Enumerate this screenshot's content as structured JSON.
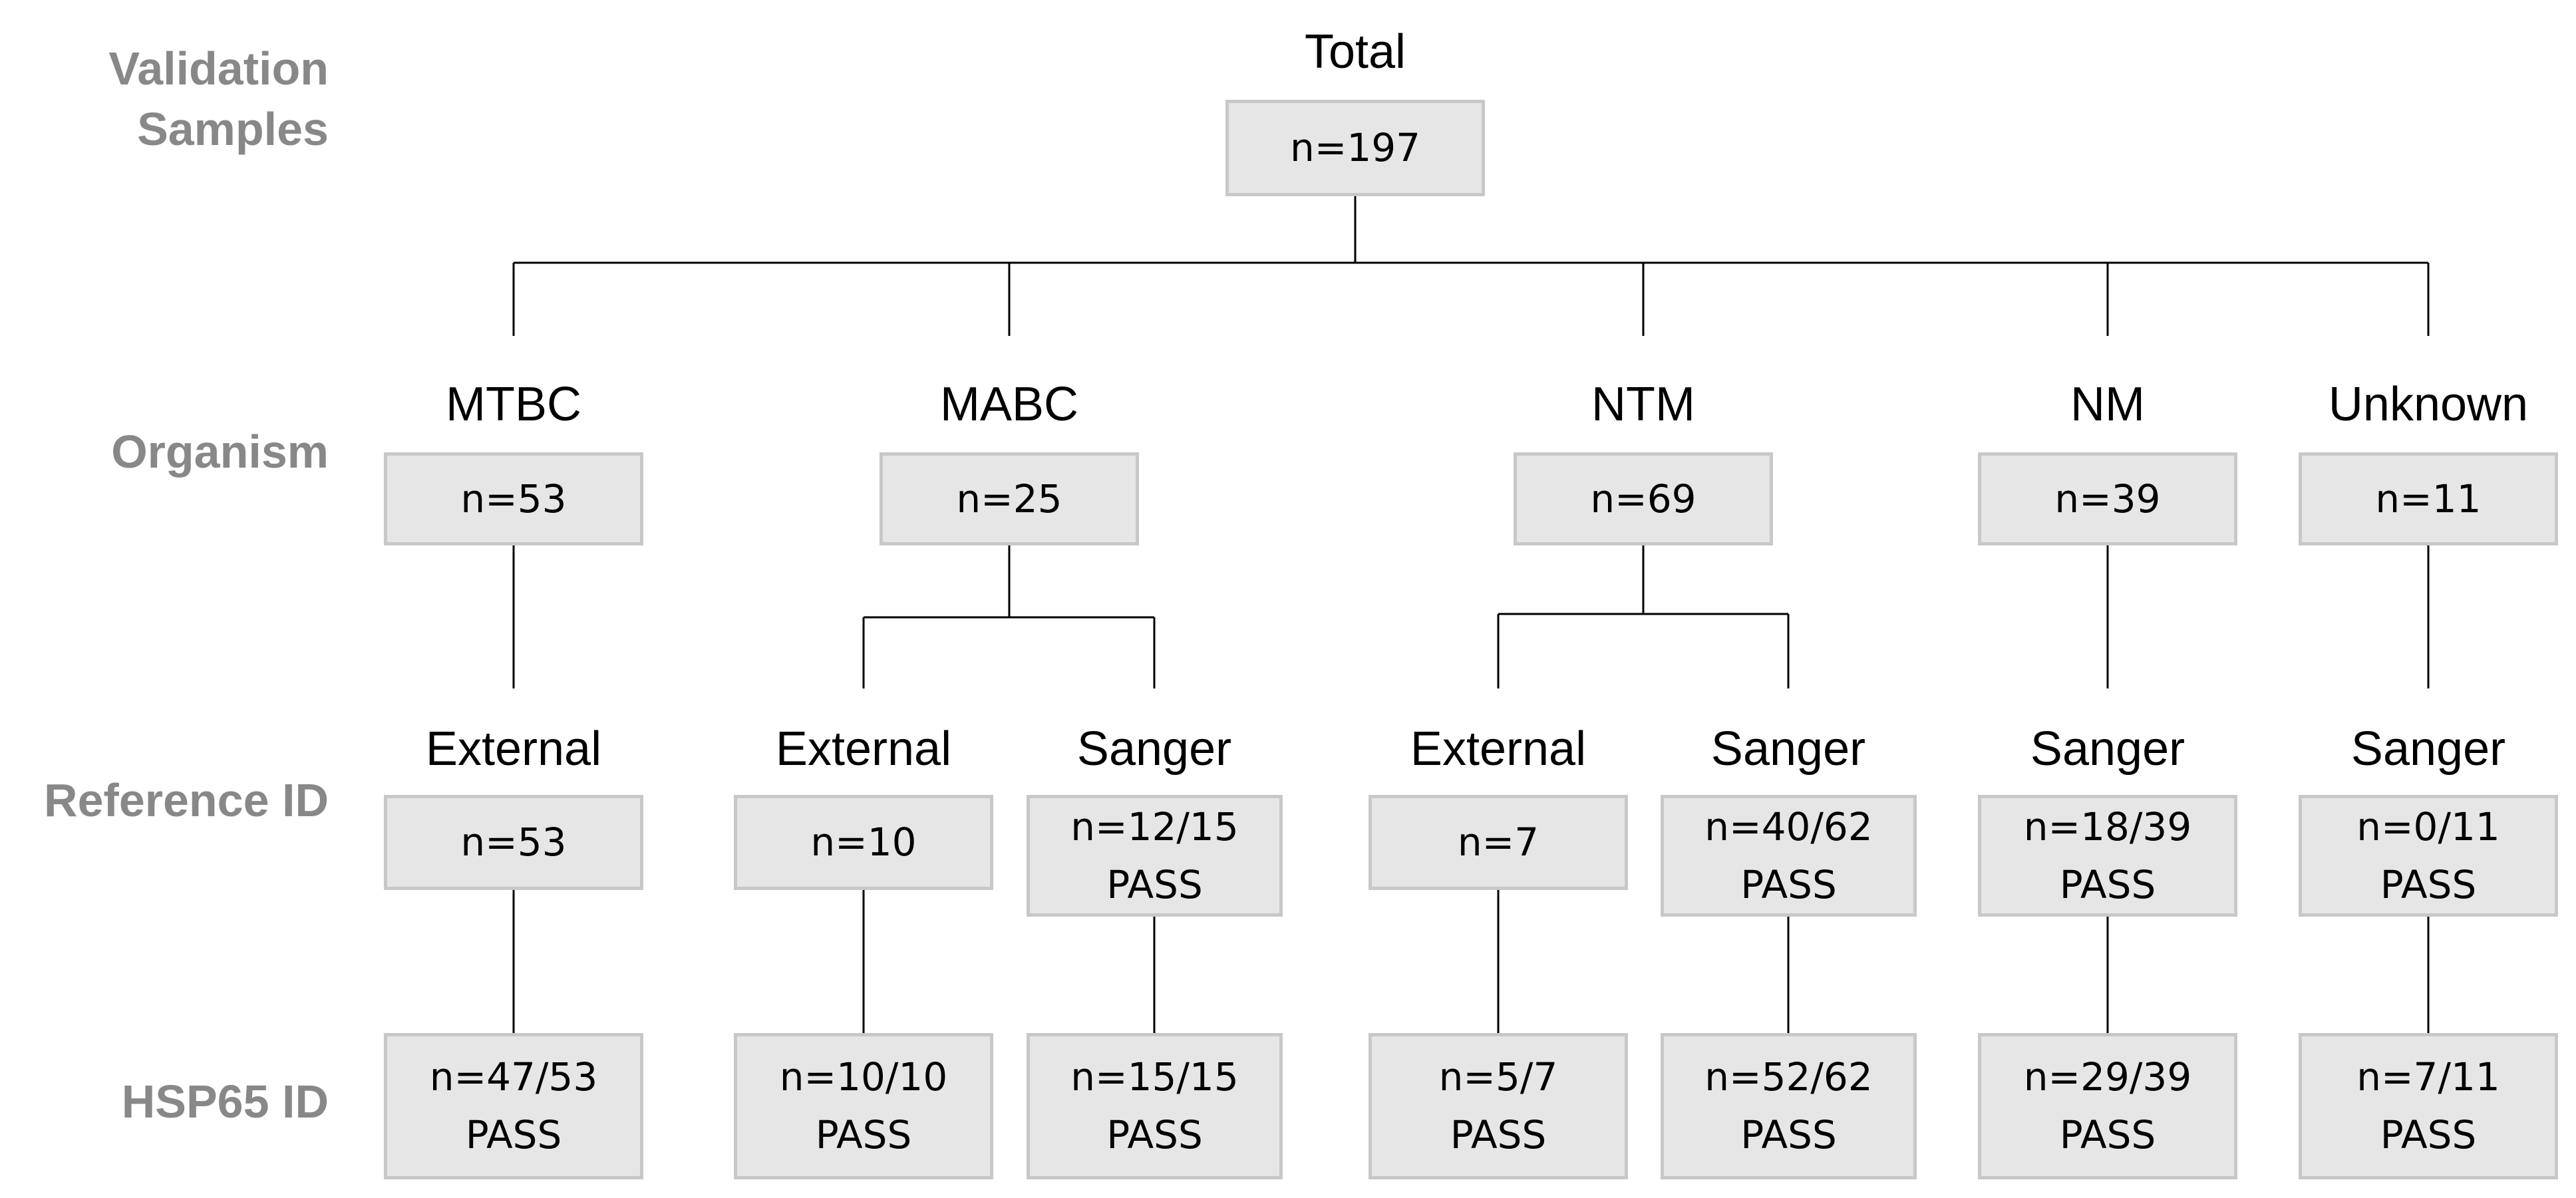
{
  "row_labels": {
    "validation": [
      "Validation",
      "Samples"
    ],
    "organism": "Organism",
    "reference": "Reference ID",
    "hsp65": "HSP65 ID"
  },
  "total": {
    "header": "Total",
    "count": "n=197"
  },
  "organisms": [
    {
      "header": "MTBC",
      "count": "n=53"
    },
    {
      "header": "MABC",
      "count": "n=25"
    },
    {
      "header": "NTM",
      "count": "n=69"
    },
    {
      "header": "NM",
      "count": "n=39"
    },
    {
      "header": "Unknown",
      "count": "n=11"
    }
  ],
  "references": [
    {
      "header": "External",
      "count": "n=53",
      "status": ""
    },
    {
      "header": "External",
      "count": "n=10",
      "status": ""
    },
    {
      "header": "Sanger",
      "count": "n=12/15",
      "status": "PASS"
    },
    {
      "header": "External",
      "count": "n=7",
      "status": ""
    },
    {
      "header": "Sanger",
      "count": "n=40/62",
      "status": "PASS"
    },
    {
      "header": "Sanger",
      "count": "n=18/39",
      "status": "PASS"
    },
    {
      "header": "Sanger",
      "count": "n=0/11",
      "status": "PASS"
    }
  ],
  "hsp65": [
    {
      "count": "n=47/53",
      "status": "PASS"
    },
    {
      "count": "n=10/10",
      "status": "PASS"
    },
    {
      "count": "n=15/15",
      "status": "PASS"
    },
    {
      "count": "n=5/7",
      "status": "PASS"
    },
    {
      "count": "n=52/62",
      "status": "PASS"
    },
    {
      "count": "n=29/39",
      "status": "PASS"
    },
    {
      "count": "n=7/11",
      "status": "PASS"
    }
  ]
}
